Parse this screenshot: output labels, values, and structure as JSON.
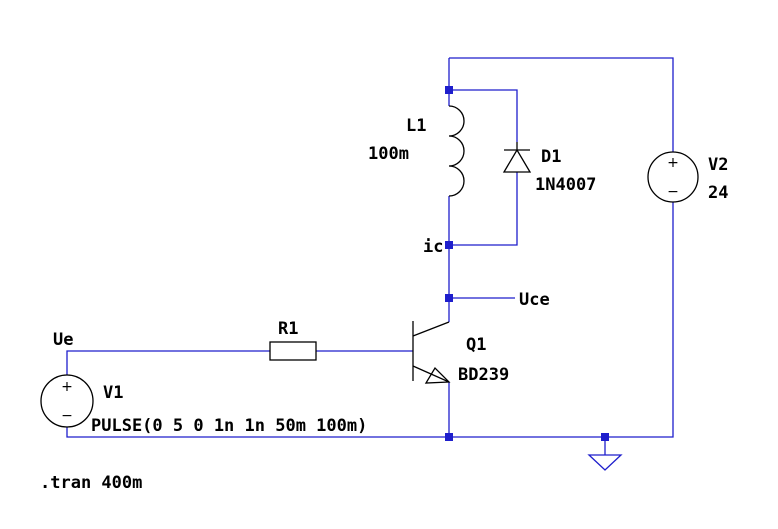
{
  "colors": {
    "wire": "#1e1ecc",
    "component": "#000000",
    "background": "#ffffff"
  },
  "inductor": {
    "name": "L1",
    "value": "100m"
  },
  "diode": {
    "name": "D1",
    "value": "1N4007"
  },
  "source_v2": {
    "name": "V2",
    "value": "24",
    "plus": "+",
    "minus": "−"
  },
  "source_v1": {
    "name": "V1",
    "value": "PULSE(0 5 0 1n 1n 50m 100m)",
    "plus": "+",
    "minus": "−"
  },
  "resistor": {
    "name": "R1"
  },
  "transistor": {
    "name": "Q1",
    "value": "BD239"
  },
  "nets": {
    "ic": "ic",
    "uce": "Uce",
    "ue": "Ue"
  },
  "directive": ".tran 400m"
}
